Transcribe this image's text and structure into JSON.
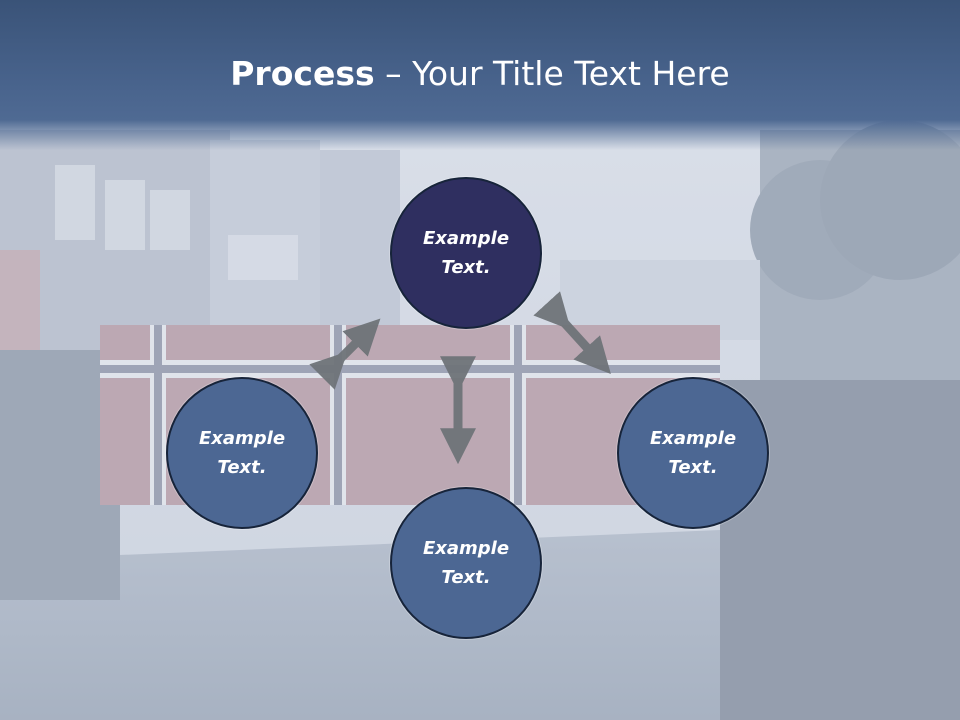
{
  "slide": {
    "title_bold": "Process",
    "title_rest": " – Your Title Text Here"
  },
  "nodes": [
    {
      "id": "top",
      "label": "Example Text."
    },
    {
      "id": "left",
      "label": "Example Text."
    },
    {
      "id": "right",
      "label": "Example Text."
    },
    {
      "id": "bottom",
      "label": "Example Text."
    }
  ],
  "colors": {
    "header": "#3a5378",
    "highlight_node": "#2f2f60",
    "node": "#4c6793",
    "arrow": "#6f7479"
  }
}
